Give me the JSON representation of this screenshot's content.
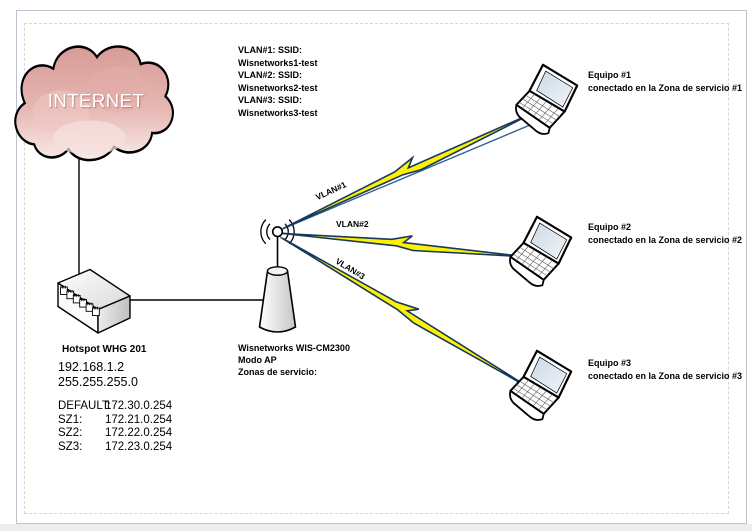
{
  "cloud": {
    "label": "INTERNET"
  },
  "ssid_info": {
    "lines": [
      "VLAN#1: SSID:",
      "Wisnetworks1-test",
      "VLAN#2: SSID:",
      "Wisnetworks2-test",
      "VLAN#3: SSID:",
      "Wisnetworks3-test"
    ]
  },
  "hotspot": {
    "name": "Hotspot WHG 201",
    "ip": "192.168.1.2",
    "netmask": "255.255.255.0",
    "zones": [
      {
        "label": "DEFAULT:",
        "gateway": "172.30.0.254"
      },
      {
        "label": "SZ1:",
        "gateway": "172.21.0.254"
      },
      {
        "label": "SZ2:",
        "gateway": "172.22.0.254"
      },
      {
        "label": "SZ3:",
        "gateway": "172.23.0.254"
      }
    ]
  },
  "access_point": {
    "model": "Wisnetworks WIS-CM2300",
    "mode": "Modo AP",
    "zones_label": "Zonas de servicio:"
  },
  "wireless_links": [
    {
      "label": "VLAN#1"
    },
    {
      "label": "VLAN#2"
    },
    {
      "label": "VLAN#3"
    }
  ],
  "clients": [
    {
      "name": "Equipo #1",
      "description": "conectado en la Zona de servicio #1"
    },
    {
      "name": "Equipo #2",
      "description": "conectado en la Zona de servicio #2"
    },
    {
      "name": "Equipo #3",
      "description": "conectado en la Zona de servicio #3"
    }
  ],
  "colors": {
    "bolt_fill": "#fcf003",
    "bolt_stroke": "#17375e",
    "link_line": "#31618f",
    "cloud_top": "#d79b96",
    "cloud_mid": "#e7b7b3",
    "cloud_bottom": "#f7ebe9",
    "page_border": "#bcc5cf"
  }
}
